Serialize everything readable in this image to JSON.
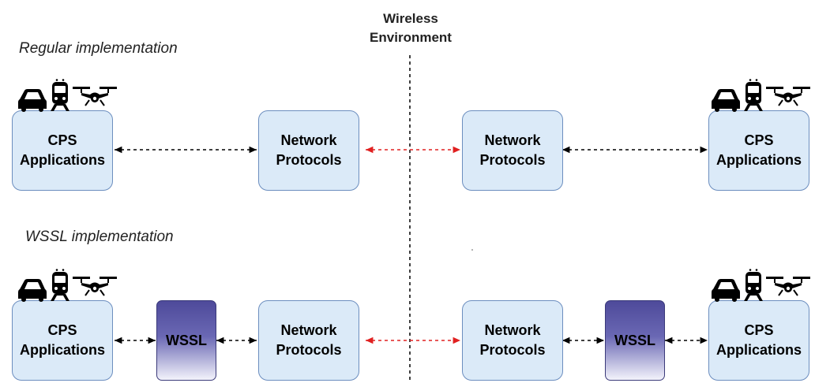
{
  "environment_label": "Wireless\nEnvironment",
  "sections": {
    "regular_label": "Regular implementation",
    "wssl_label": "WSSL implementation"
  },
  "nodes": {
    "cps": "CPS\nApplications",
    "network": "Network\nProtocols",
    "wssl": "WSSL"
  },
  "icons": [
    "car-icon",
    "train-icon",
    "drone-icon"
  ],
  "colors": {
    "box_fill": "#dbeaf8",
    "box_border": "#6c8ebf",
    "wssl_fill": "#5652a6",
    "local_link": "#000000",
    "wireless_link": "#e02020"
  }
}
